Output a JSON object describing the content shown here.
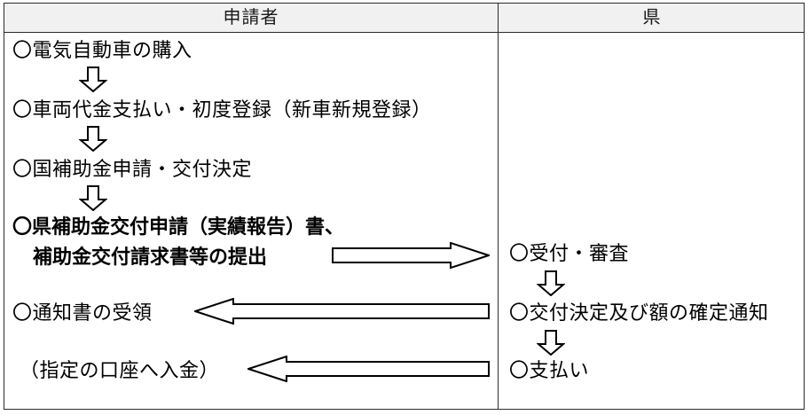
{
  "diagram": {
    "title_header": {
      "applicant": "申請者",
      "prefecture": "県"
    },
    "applicant_column": {
      "steps": [
        {
          "text": "〇電気自動車の購入",
          "bold": false
        },
        {
          "text": "〇車両代金支払い・初度登録（新車新規登録）",
          "bold": false
        },
        {
          "text": "〇国補助金申請・交付決定",
          "bold": false
        },
        {
          "text": "〇県補助金交付申請（実績報告）書、",
          "bold": true
        },
        {
          "text": "補助金交付請求書等の提出",
          "bold": true
        },
        {
          "text": "〇通知書の受領",
          "bold": false
        },
        {
          "text": "（指定の口座へ入金）",
          "bold": false
        }
      ],
      "down_arrows": 3
    },
    "prefecture_column": {
      "steps": [
        {
          "text": "〇受付・審査",
          "bold": false
        },
        {
          "text": "〇交付決定及び額の確定通知",
          "bold": false
        },
        {
          "text": "〇支払い",
          "bold": false
        }
      ],
      "down_arrows": 2
    },
    "connectors": [
      {
        "name": "submit-documents-arrow",
        "direction": "right"
      },
      {
        "name": "notification-arrow",
        "direction": "left"
      },
      {
        "name": "payment-arrow",
        "direction": "left"
      }
    ],
    "colors": {
      "border": "#2b2b2b",
      "header_bg": "#f1f1f1",
      "text": "#000000",
      "arrow_fill": "#ffffff",
      "arrow_stroke": "#000000"
    }
  }
}
